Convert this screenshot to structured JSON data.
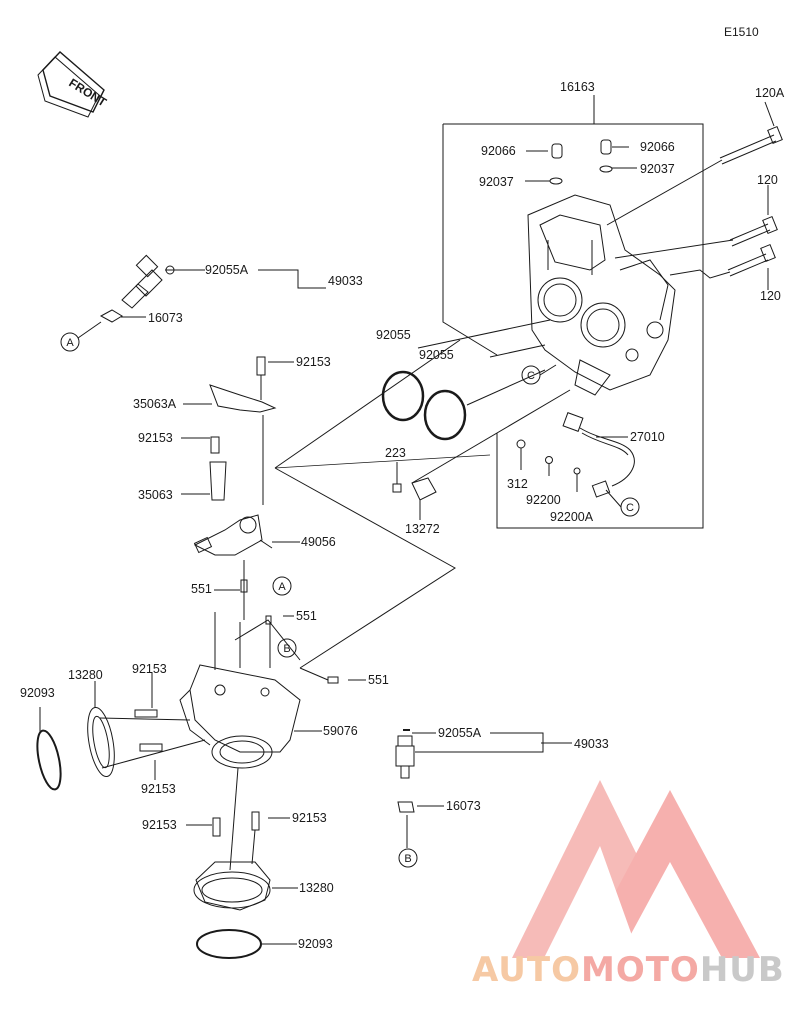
{
  "diagram": {
    "code": "E1510",
    "front_label": "FRONT",
    "callouts": [
      {
        "key": "code_16163",
        "text": "16163"
      },
      {
        "key": "code_120A",
        "text": "120A"
      },
      {
        "key": "code_120_top",
        "text": "120"
      },
      {
        "key": "code_120_bottom",
        "text": "120"
      },
      {
        "key": "code_92066_left",
        "text": "92066"
      },
      {
        "key": "code_92066_right",
        "text": "92066"
      },
      {
        "key": "code_92037_left",
        "text": "92037"
      },
      {
        "key": "code_92037_right",
        "text": "92037"
      },
      {
        "key": "code_92055A_top",
        "text": "92055A"
      },
      {
        "key": "code_49033_top",
        "text": "49033"
      },
      {
        "key": "code_16073_top",
        "text": "16073"
      },
      {
        "key": "code_92153_a",
        "text": "92153"
      },
      {
        "key": "code_35063A",
        "text": "35063A"
      },
      {
        "key": "code_92153_b",
        "text": "92153"
      },
      {
        "key": "code_35063",
        "text": "35063"
      },
      {
        "key": "code_49056",
        "text": "49056"
      },
      {
        "key": "code_551_a",
        "text": "551"
      },
      {
        "key": "code_551_b",
        "text": "551"
      },
      {
        "key": "code_551_c",
        "text": "551"
      },
      {
        "key": "code_92055_left",
        "text": "92055"
      },
      {
        "key": "code_92055_right",
        "text": "92055"
      },
      {
        "key": "code_223",
        "text": "223"
      },
      {
        "key": "code_13272",
        "text": "13272"
      },
      {
        "key": "code_312",
        "text": "312"
      },
      {
        "key": "code_92200",
        "text": "92200"
      },
      {
        "key": "code_92200A",
        "text": "92200A"
      },
      {
        "key": "code_27010",
        "text": "27010"
      },
      {
        "key": "code_13280_top",
        "text": "13280"
      },
      {
        "key": "code_92093_top",
        "text": "92093"
      },
      {
        "key": "code_92153_c",
        "text": "92153"
      },
      {
        "key": "code_92153_d",
        "text": "92153"
      },
      {
        "key": "code_59076",
        "text": "59076"
      },
      {
        "key": "code_92055A_bottom",
        "text": "92055A"
      },
      {
        "key": "code_49033_bottom",
        "text": "49033"
      },
      {
        "key": "code_16073_bottom",
        "text": "16073"
      },
      {
        "key": "code_92153_e",
        "text": "92153"
      },
      {
        "key": "code_92153_f",
        "text": "92153"
      },
      {
        "key": "code_13280_bottom",
        "text": "13280"
      },
      {
        "key": "code_92093_bottom",
        "text": "92093"
      }
    ],
    "markers": {
      "A": "A",
      "B": "B",
      "C": "C"
    }
  },
  "watermark": {
    "part1": "AUTO",
    "part2": "MOTO",
    "part3": "HUB",
    "colors": {
      "auto": "#f6c9a4",
      "moto": "#f4a9a4",
      "hub": "#c9c9c9",
      "logo": "#f5a3a0"
    }
  }
}
